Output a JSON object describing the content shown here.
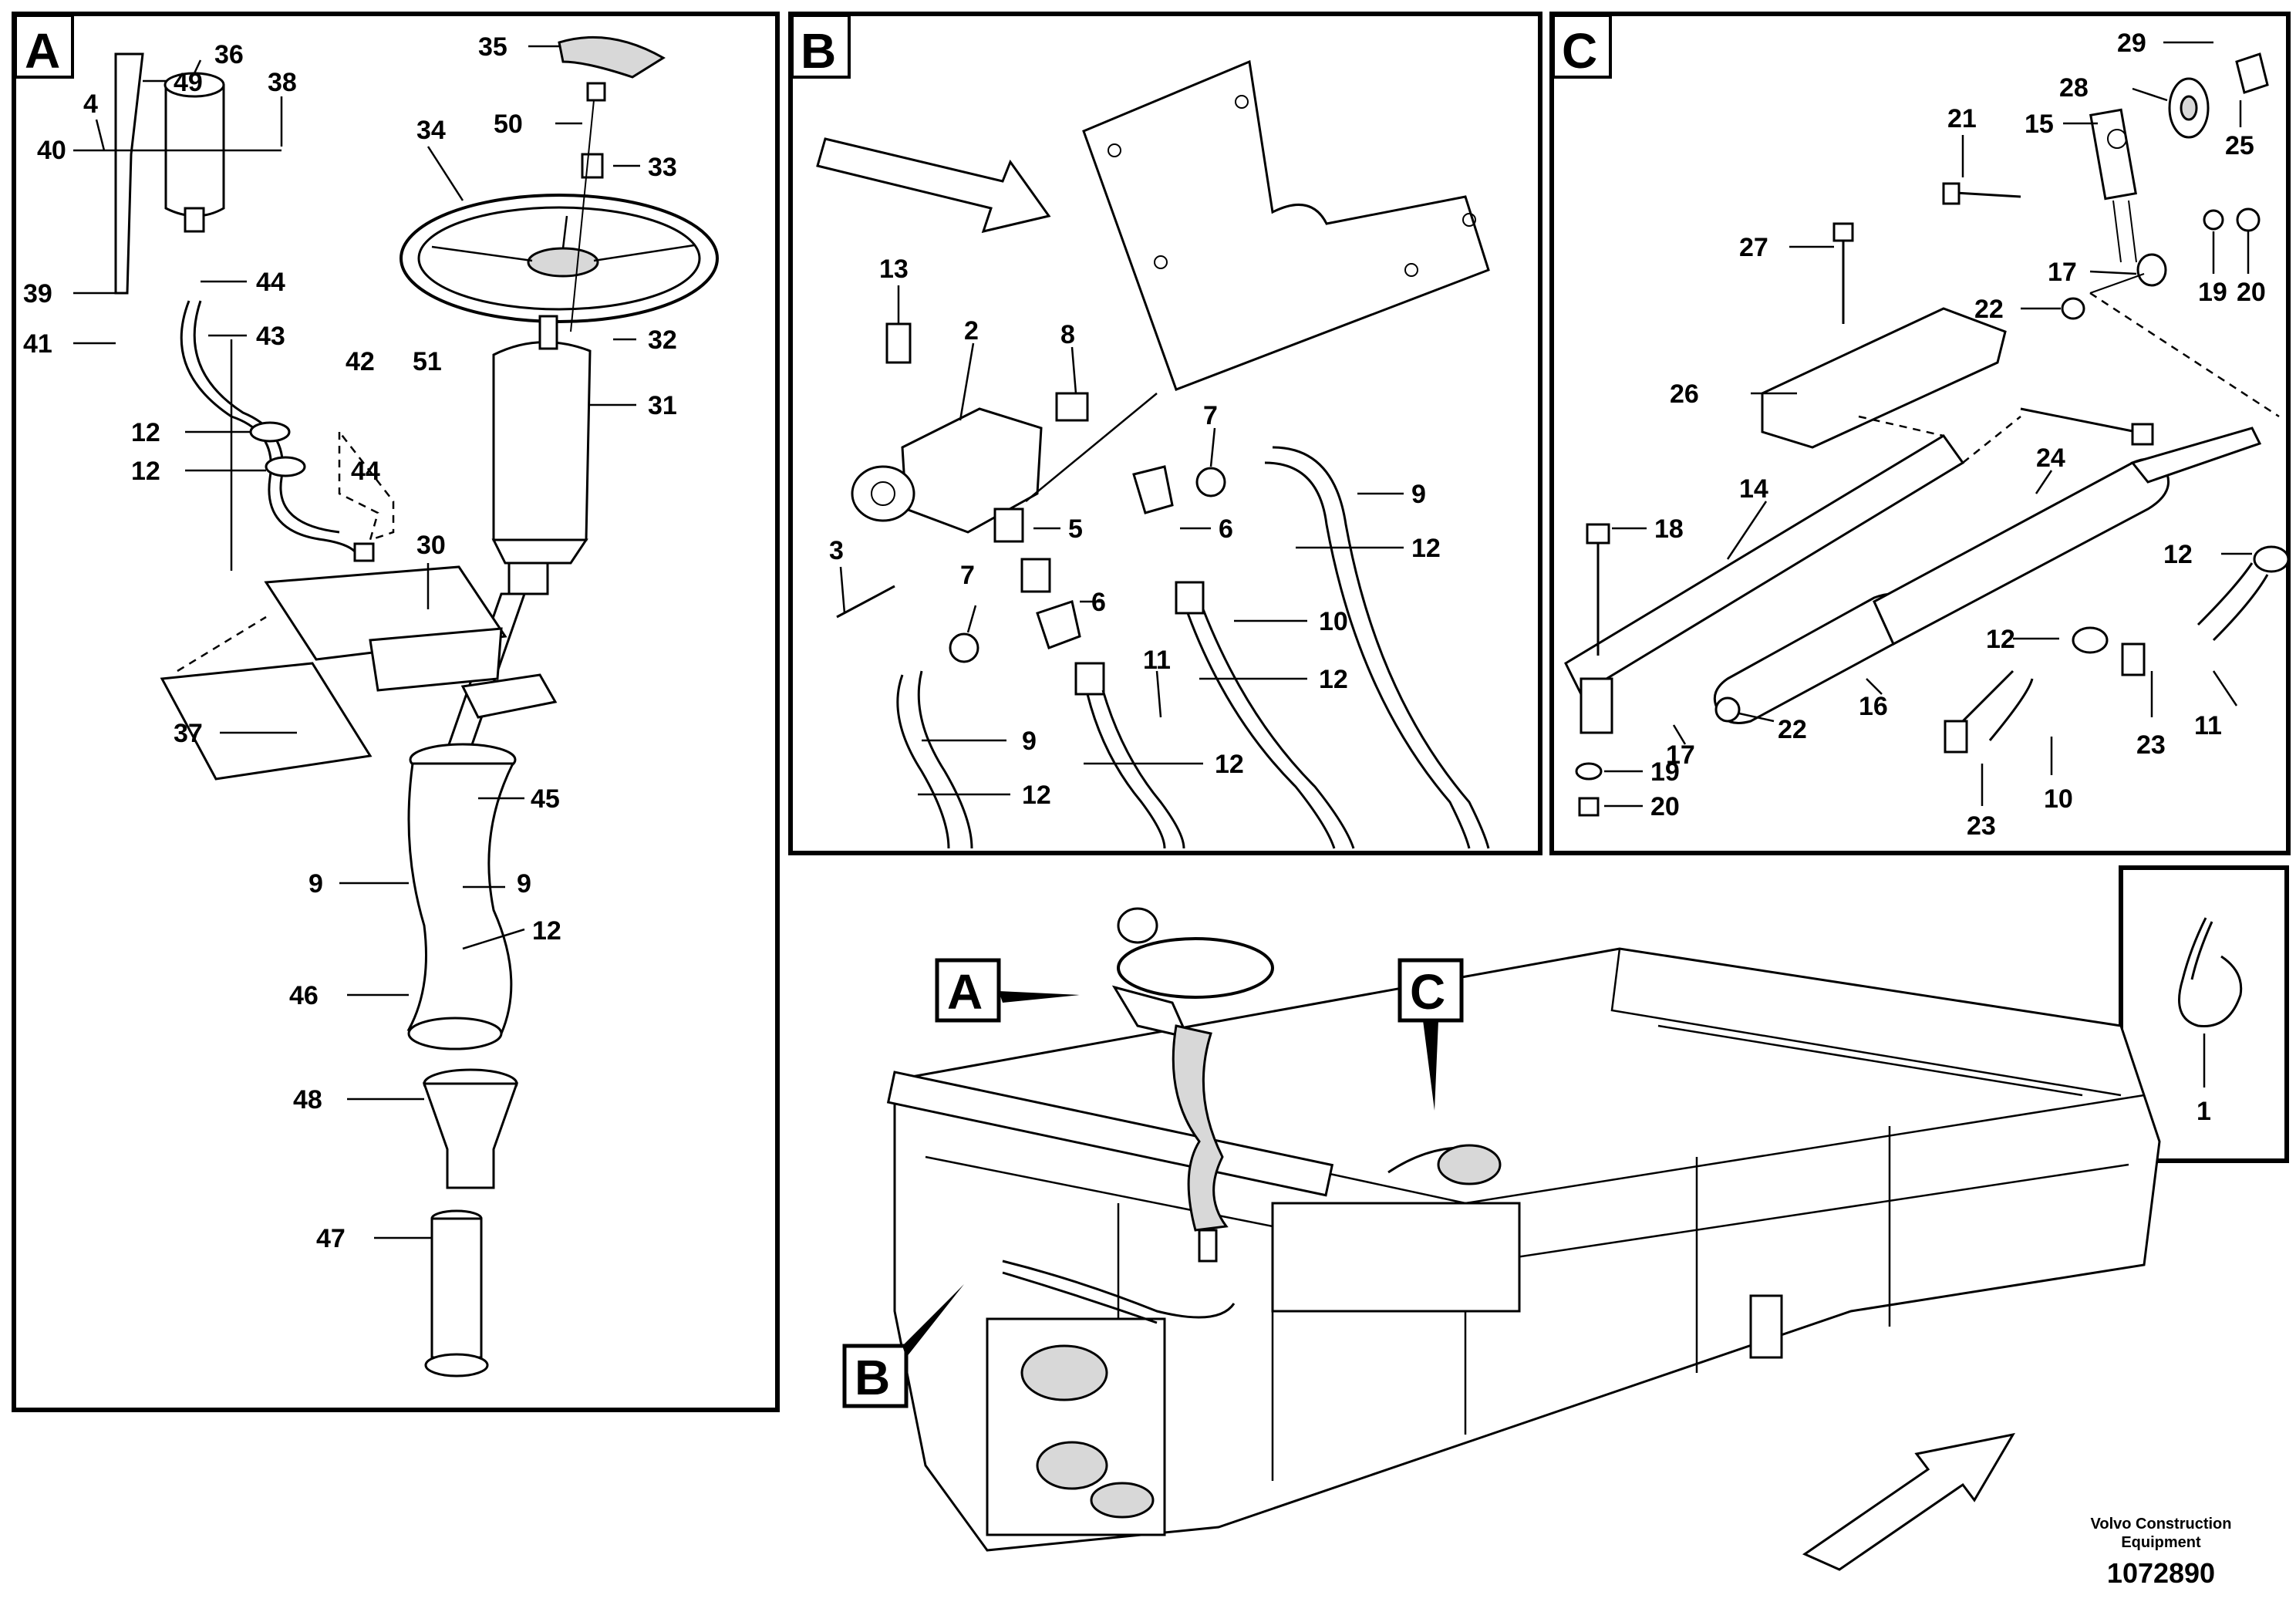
{
  "sections": {
    "A": "A",
    "B": "B",
    "C": "C"
  },
  "panel_a_labels": [
    "35",
    "36",
    "38",
    "4",
    "49",
    "40",
    "50",
    "34",
    "33",
    "39",
    "44",
    "43",
    "41",
    "42",
    "51",
    "32",
    "31",
    "12",
    "12",
    "44",
    "30",
    "37",
    "45",
    "9",
    "9",
    "12",
    "46",
    "48",
    "47"
  ],
  "panel_b_labels": [
    "13",
    "2",
    "8",
    "7",
    "9",
    "3",
    "5",
    "6",
    "12",
    "7",
    "6",
    "10",
    "11",
    "12",
    "9",
    "12",
    "12"
  ],
  "panel_c_labels": [
    "29",
    "28",
    "15",
    "25",
    "21",
    "27",
    "17",
    "19",
    "20",
    "22",
    "26",
    "14",
    "24",
    "18",
    "12",
    "12",
    "16",
    "11",
    "22",
    "17",
    "23",
    "19",
    "20",
    "23",
    "10"
  ],
  "inset_label": "1",
  "overview_callouts": [
    "A",
    "C",
    "B"
  ],
  "footer": {
    "company_line1": "Volvo Construction",
    "company_line2": "Equipment",
    "figure_number": "1072890"
  }
}
